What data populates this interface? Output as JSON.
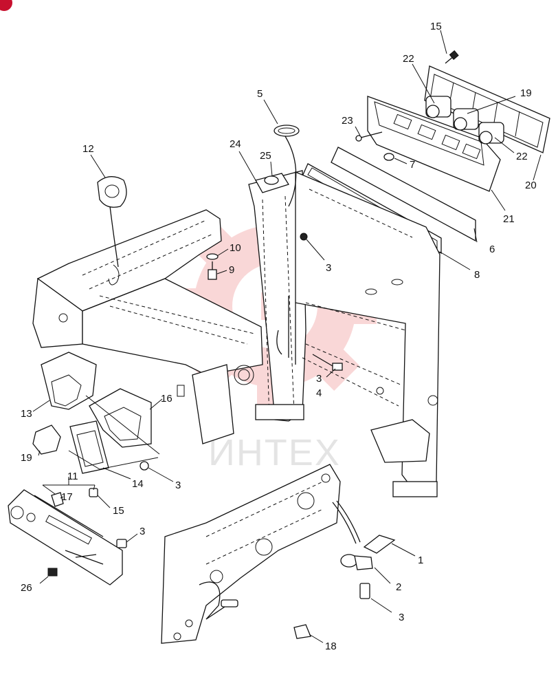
{
  "watermark": {
    "text": "ИНТЕХ",
    "gear_color": "#f5b8b8"
  },
  "corner_badge_color": "#c8102e",
  "callouts": [
    {
      "id": "c15a",
      "text": "15"
    },
    {
      "id": "c22a",
      "text": "22"
    },
    {
      "id": "c19a",
      "text": "19"
    },
    {
      "id": "c23",
      "text": "23"
    },
    {
      "id": "c22b",
      "text": "22"
    },
    {
      "id": "c20",
      "text": "20"
    },
    {
      "id": "c21",
      "text": "21"
    },
    {
      "id": "c5",
      "text": "5"
    },
    {
      "id": "c24",
      "text": "24"
    },
    {
      "id": "c25",
      "text": "25"
    },
    {
      "id": "c7",
      "text": "7"
    },
    {
      "id": "c12",
      "text": "12"
    },
    {
      "id": "c10",
      "text": "10"
    },
    {
      "id": "c9",
      "text": "9"
    },
    {
      "id": "c3a",
      "text": "3"
    },
    {
      "id": "c6",
      "text": "6"
    },
    {
      "id": "c8",
      "text": "8"
    },
    {
      "id": "c3b",
      "text": "3"
    },
    {
      "id": "c4",
      "text": "4"
    },
    {
      "id": "c13",
      "text": "13"
    },
    {
      "id": "c16",
      "text": "16"
    },
    {
      "id": "c19b",
      "text": "19"
    },
    {
      "id": "c14",
      "text": "14"
    },
    {
      "id": "c3c",
      "text": "3"
    },
    {
      "id": "c11",
      "text": "11"
    },
    {
      "id": "c17",
      "text": "17"
    },
    {
      "id": "c15b",
      "text": "15"
    },
    {
      "id": "c3d",
      "text": "3"
    },
    {
      "id": "c26",
      "text": "26"
    },
    {
      "id": "c1",
      "text": "1"
    },
    {
      "id": "c2",
      "text": "2"
    },
    {
      "id": "c3e",
      "text": "3"
    },
    {
      "id": "c18",
      "text": "18"
    }
  ]
}
